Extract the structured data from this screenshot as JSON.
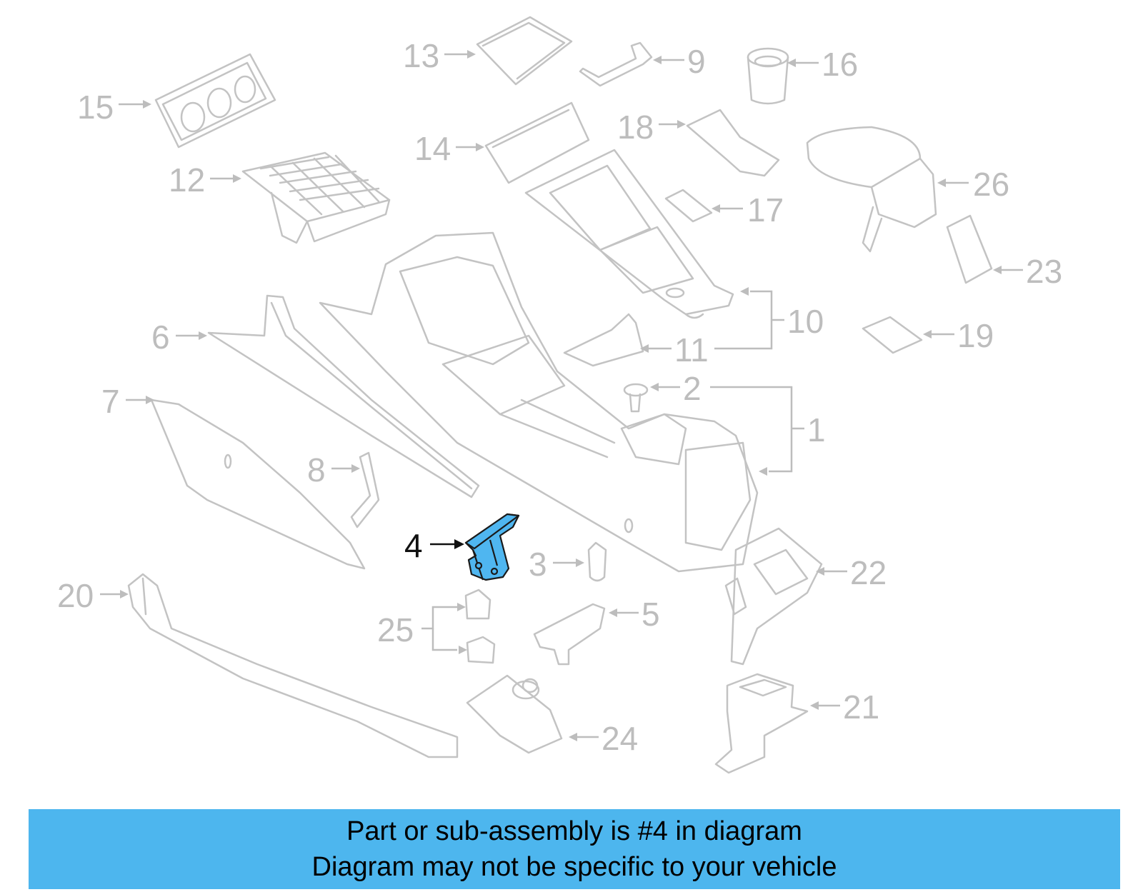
{
  "callouts": {
    "c1": "1",
    "c2": "2",
    "c3": "3",
    "c4": "4",
    "c5": "5",
    "c6": "6",
    "c7": "7",
    "c8": "8",
    "c9": "9",
    "c10": "10",
    "c11": "11",
    "c12": "12",
    "c13": "13",
    "c14": "14",
    "c15": "15",
    "c16": "16",
    "c17": "17",
    "c18": "18",
    "c19": "19",
    "c20": "20",
    "c21": "21",
    "c22": "22",
    "c23": "23",
    "c24": "24",
    "c25": "25",
    "c26": "26"
  },
  "highlight": {
    "part_number": "4",
    "color": "#4fb6f0"
  },
  "banner": {
    "line1": "Part or sub-assembly is #4 in diagram",
    "line2": "Diagram may not be specific to your vehicle",
    "color": "#4db6ee"
  }
}
